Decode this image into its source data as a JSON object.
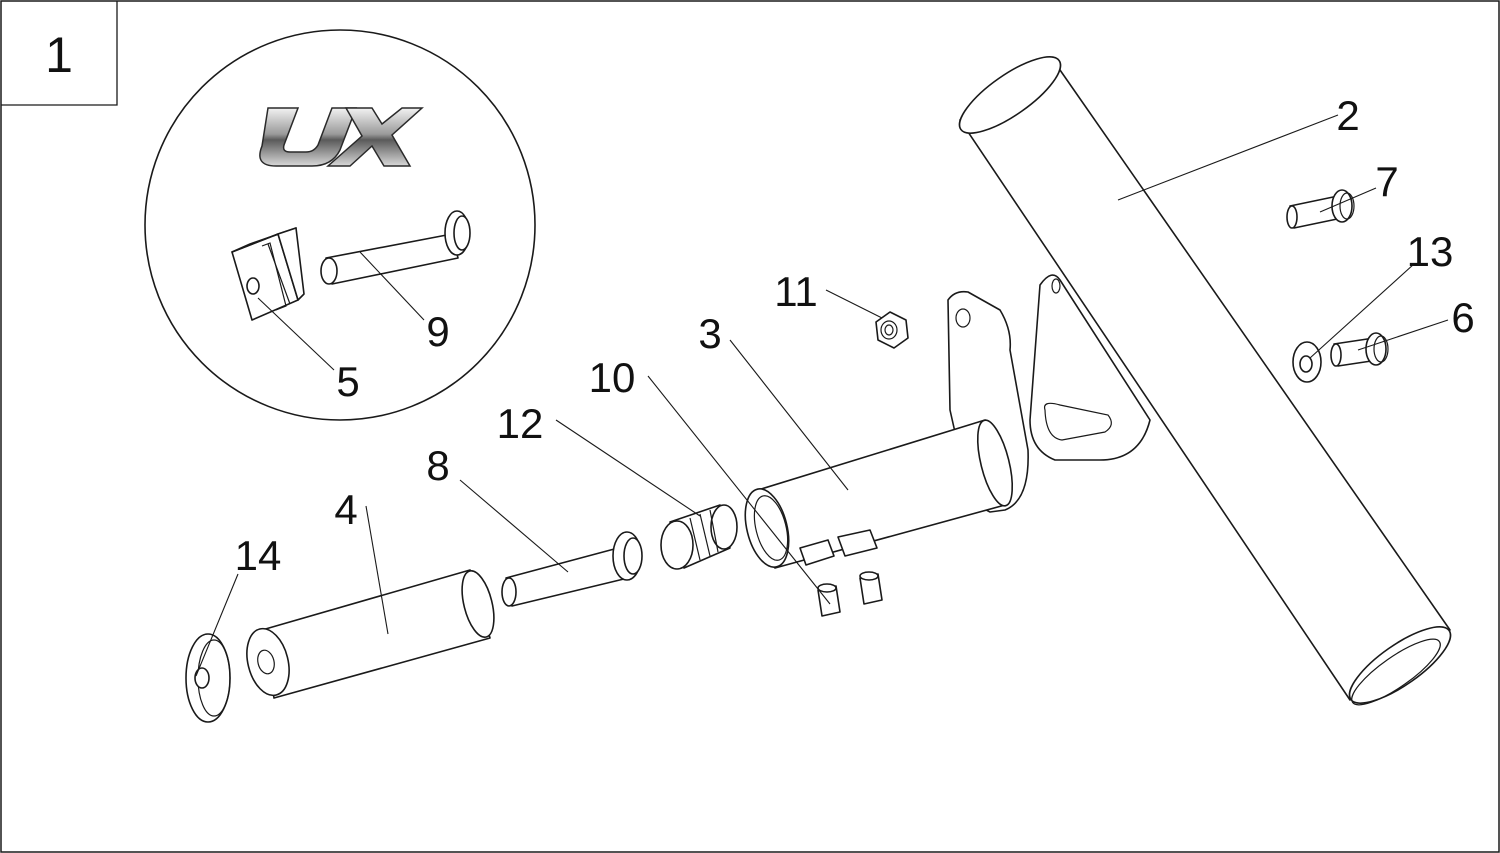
{
  "sheet": {
    "number": "1"
  },
  "inset": {
    "logo_text": "UX"
  },
  "callouts": [
    {
      "id": "2",
      "label": "2"
    },
    {
      "id": "3",
      "label": "3"
    },
    {
      "id": "4",
      "label": "4"
    },
    {
      "id": "5",
      "label": "5"
    },
    {
      "id": "6",
      "label": "6"
    },
    {
      "id": "7",
      "label": "7"
    },
    {
      "id": "8",
      "label": "8"
    },
    {
      "id": "9",
      "label": "9"
    },
    {
      "id": "10",
      "label": "10"
    },
    {
      "id": "11",
      "label": "11"
    },
    {
      "id": "12",
      "label": "12"
    },
    {
      "id": "13",
      "label": "13"
    },
    {
      "id": "14",
      "label": "14"
    }
  ],
  "colors": {
    "line": "#1a1a1a",
    "background": "#ffffff",
    "logo_silver": "#c8c8c8",
    "logo_dark": "#3a3a3a"
  }
}
